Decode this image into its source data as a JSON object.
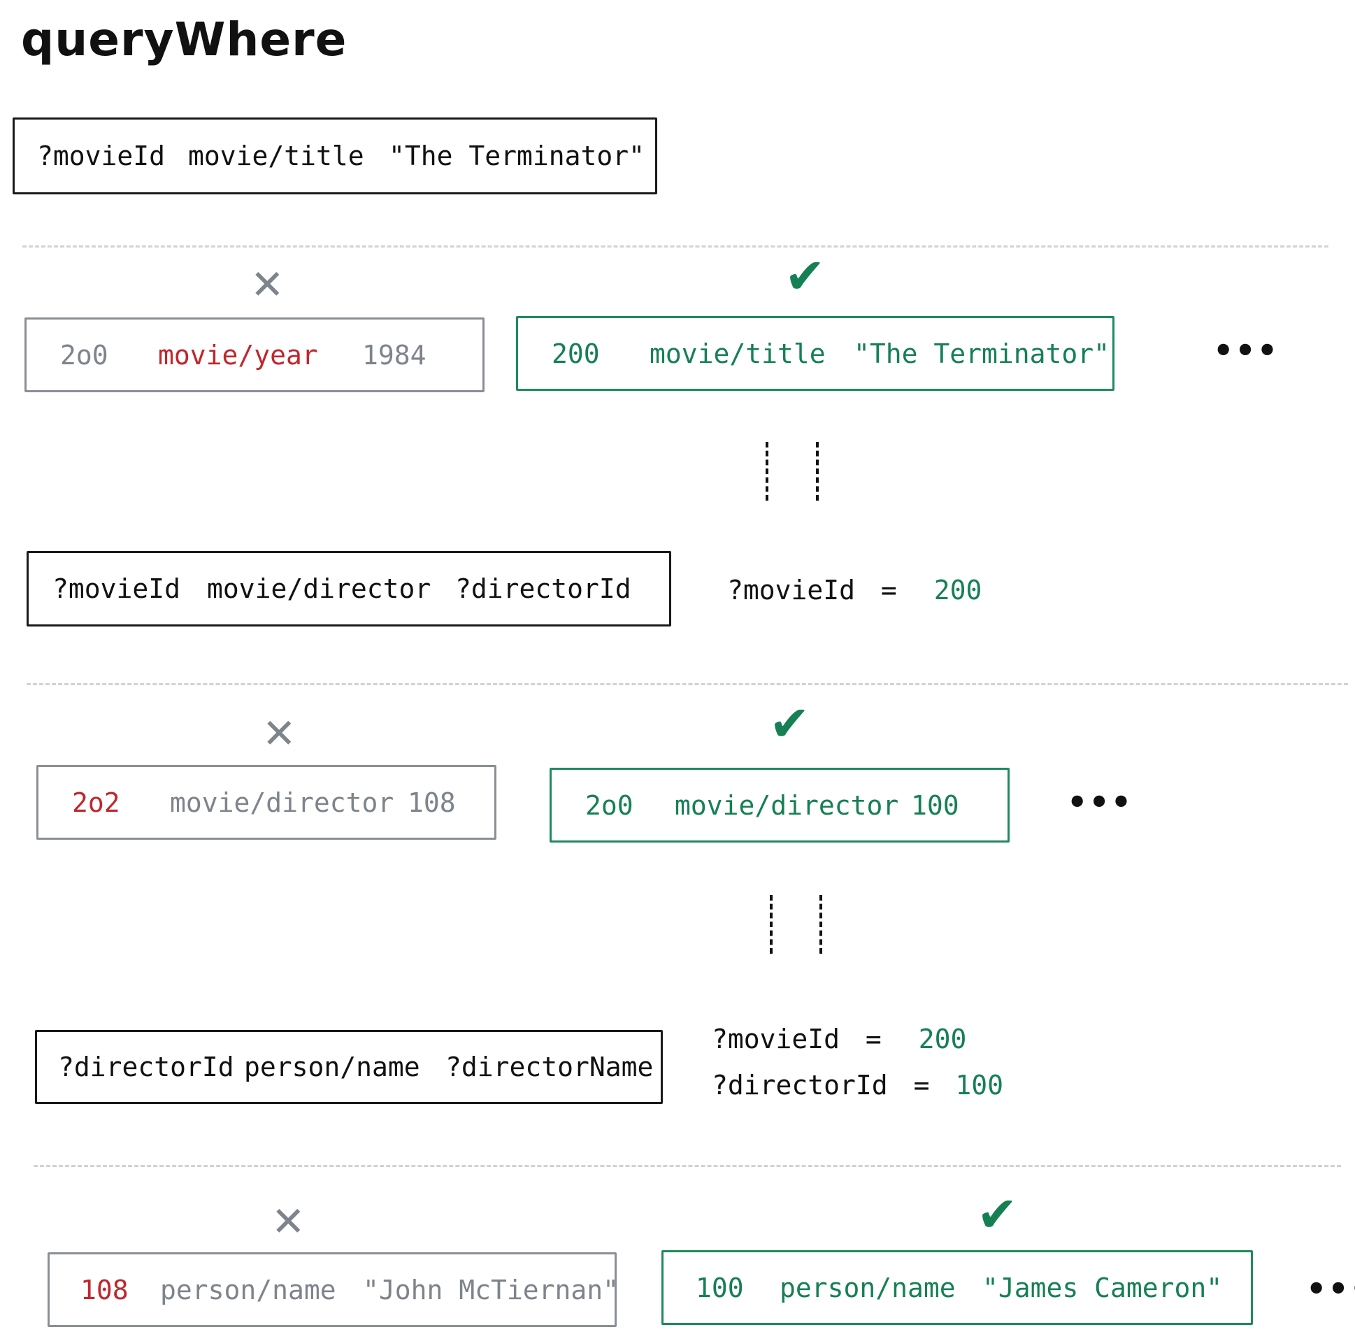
{
  "title": "queryWhere",
  "clauses": [
    {
      "e": "?movieId",
      "a": "movie/title",
      "v": "\"The Terminator\""
    },
    {
      "e": "?movieId",
      "a": "movie/director",
      "v": "?directorId"
    },
    {
      "e": "?directorId",
      "a": "person/name",
      "v": "?directorName"
    }
  ],
  "steps": [
    {
      "rejected": {
        "e": "2o0",
        "a": "movie/year",
        "v": "1984",
        "highlight": "attribute"
      },
      "accepted": {
        "e": "200",
        "a": "movie/title",
        "v": "\"The Terminator\""
      }
    },
    {
      "rejected": {
        "e": "2o2",
        "a": "movie/director",
        "v": "108",
        "highlight": "entity"
      },
      "accepted": {
        "e": "2o0",
        "a": "movie/director",
        "v": "100"
      }
    },
    {
      "rejected": {
        "e": "108",
        "a": "person/name",
        "v": "\"John McTiernan\"",
        "highlight": "entity"
      },
      "accepted": {
        "e": "100",
        "a": "person/name",
        "v": "\"James Cameron\""
      }
    }
  ],
  "bindings": [
    [
      {
        "var": "?movieId",
        "eq": "=",
        "val": "200"
      }
    ],
    [
      {
        "var": "?movieId",
        "eq": "=",
        "val": "200"
      },
      {
        "var": "?directorId",
        "eq": "=",
        "val": "100"
      }
    ]
  ],
  "marks": {
    "cross": "✕",
    "check": "✔",
    "more": "•••"
  },
  "colors": {
    "match": "#168055",
    "mismatch_highlight": "#c0272d",
    "rejected": "#7e848c",
    "ink": "#111111",
    "separator": "#cfd3d7"
  }
}
